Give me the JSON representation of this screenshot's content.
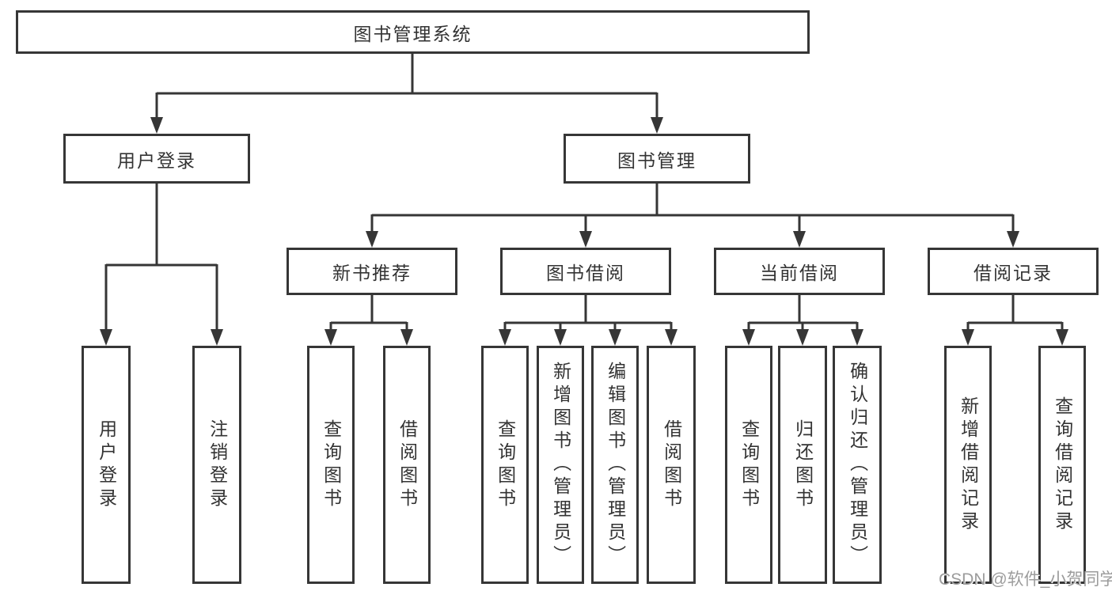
{
  "nodes": {
    "root": {
      "label": "图书管理系统"
    },
    "user_login": {
      "label": "用户登录"
    },
    "book_mgmt": {
      "label": "图书管理"
    },
    "new_books": {
      "label": "新书推荐"
    },
    "book_borrow": {
      "label": "图书借阅"
    },
    "current_borrow": {
      "label": "当前借阅"
    },
    "borrow_records": {
      "label": "借阅记录"
    }
  },
  "leaves": {
    "user_login": [
      "用户登录",
      "注销登录"
    ],
    "new_books": [
      "查询图书",
      "借阅图书"
    ],
    "book_borrow": [
      "查询图书",
      "新增图书（管理员）",
      "编辑图书（管理员）",
      "借阅图书"
    ],
    "current_borrow": [
      "查询图书",
      "归还图书",
      "确认归还（管理员）"
    ],
    "borrow_records": [
      "新增借阅记录",
      "查询借阅记录"
    ]
  },
  "watermark": "CSDN @软件_小贺同学",
  "colors": {
    "line": "#363636",
    "text": "#333333",
    "watermark": "#9c9c9c",
    "background": "#ffffff"
  }
}
